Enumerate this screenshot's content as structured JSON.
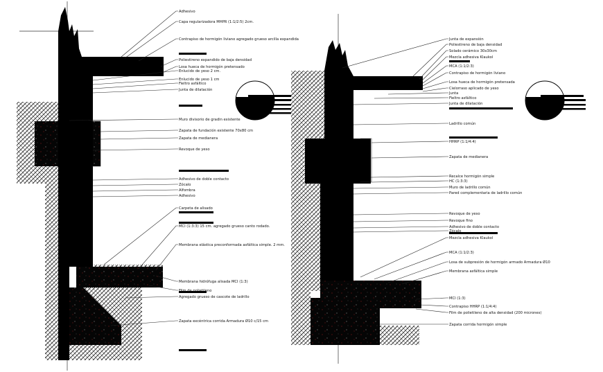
{
  "colors": {
    "background": "#ffffff",
    "ink": "#000000",
    "hatch": "#222222",
    "speckle_red": "#b32020",
    "speckle_grey": "#d0d0d0"
  },
  "detail_left": {
    "labels": [
      "Adhesivo",
      "Capa regularizadora MHPR (1:1/2:5) 2cm.",
      "Contrapiso de hormigón liviano agregado grueso arcilla expandida",
      "Poliestireno expandido de baja densidad",
      "Losa hueca de hormigón pretensado",
      "Enlucido de yeso 2 cm.",
      "Enlucido de yeso 1 cm",
      "Fieltro asfáltico",
      "Junta de dilatación",
      "Muro divisorio de gradin existente",
      "Zapata de fundación existente 70x80 cm",
      "Zapata de medianera",
      "Revoque de yeso",
      "Adhesivo de doble contacto",
      "Zócalo",
      "Alfombra",
      "Adhesivo",
      "Carpeta de alisado",
      "MCI (1:3:3) 15 cm. agregado grueso canto rodado.",
      "Membrana elástica preconformada asfáltica simple. 2 mm.",
      "Membrana hidrófuga alisada MCI (1:3)",
      "Film de polietileno",
      "Agregado grueso de cascote de ladrillo",
      "Zapata excéntrica corrida Armadura Ø10 c/15 cm"
    ]
  },
  "detail_right": {
    "labels": [
      "Junta de expansión",
      "Poliestireno de baja densidad",
      "Solado cerámico 30x30cm",
      "Mezcla adhesiva Klaukol",
      "MCA (1:1/2:3)",
      "Contrapiso de hormigón liviano",
      "Losa hueca de hormigón pretensada",
      "Cielorraso aplicado de yeso",
      "Junta",
      "Fieltro asfáltico",
      "Junta de dilatación",
      "Ladrillo común",
      "HHRP (1:1/4:4)",
      "Zapata de medianera",
      "Recalce hormigón simple",
      "HC (1:3:3)",
      "Muro de ladrillo común",
      "Pared complementaria de ladrillo común",
      "Revoque de yeso",
      "Revoque fino",
      "Adhesivo de doble contacto",
      "Zócalo",
      "Mezcla adhesiva Klaukol",
      "MCA (1:1/2:3)",
      "Losa de subpresión de hormigón armado Armadura Ø10",
      "Membrana asfáltica simple",
      "MCI (1:3)",
      "Contrapiso HHRP (1:1/4:4)",
      "Film de polietileno de alta densidad (200 micrones)",
      "Zapata corrida hormigón simple"
    ]
  }
}
